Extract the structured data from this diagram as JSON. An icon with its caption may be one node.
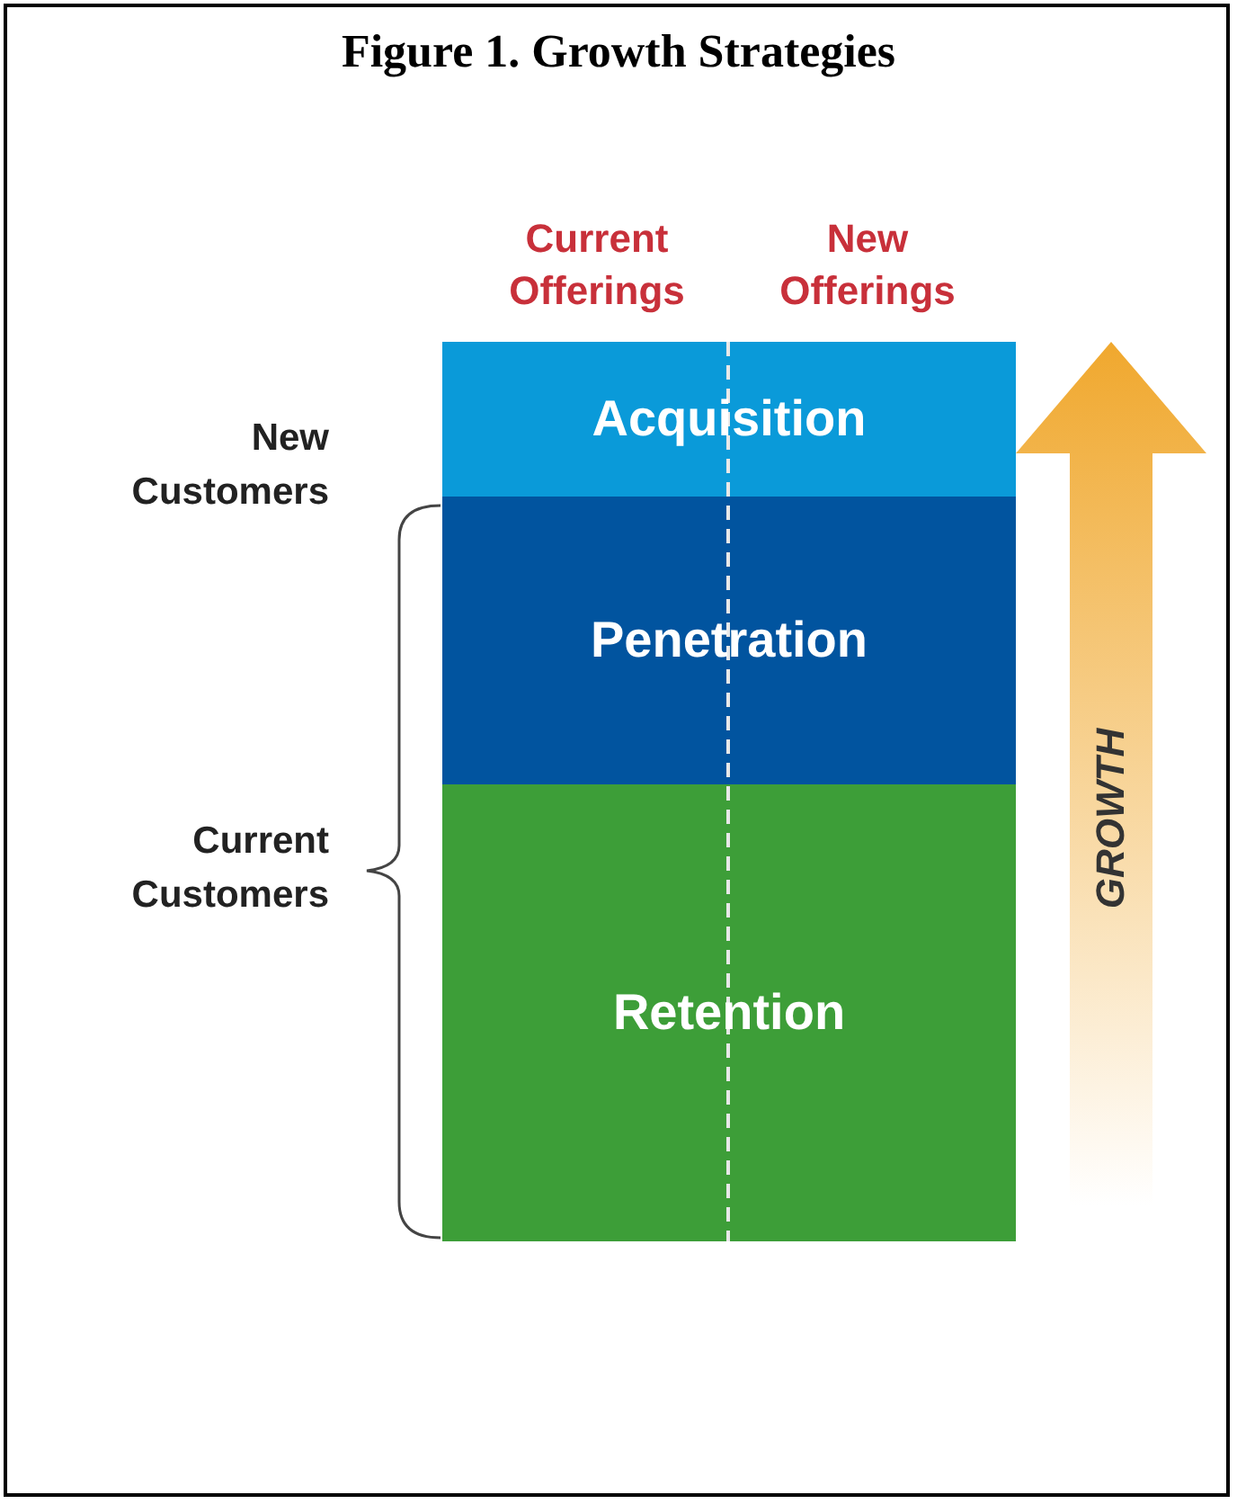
{
  "diagram": {
    "title": "Figure 1. Growth Strategies",
    "nodes": [
      {
        "text": [
          "Acquisition"
        ]
      },
      {
        "text": [
          "Penetration"
        ]
      },
      {
        "text": [
          "Retention"
        ]
      }
    ],
    "labels": [
      "Current Offerings",
      "New Offerings",
      "New Customers",
      "Current Customers",
      "GROWTH"
    ]
  }
}
